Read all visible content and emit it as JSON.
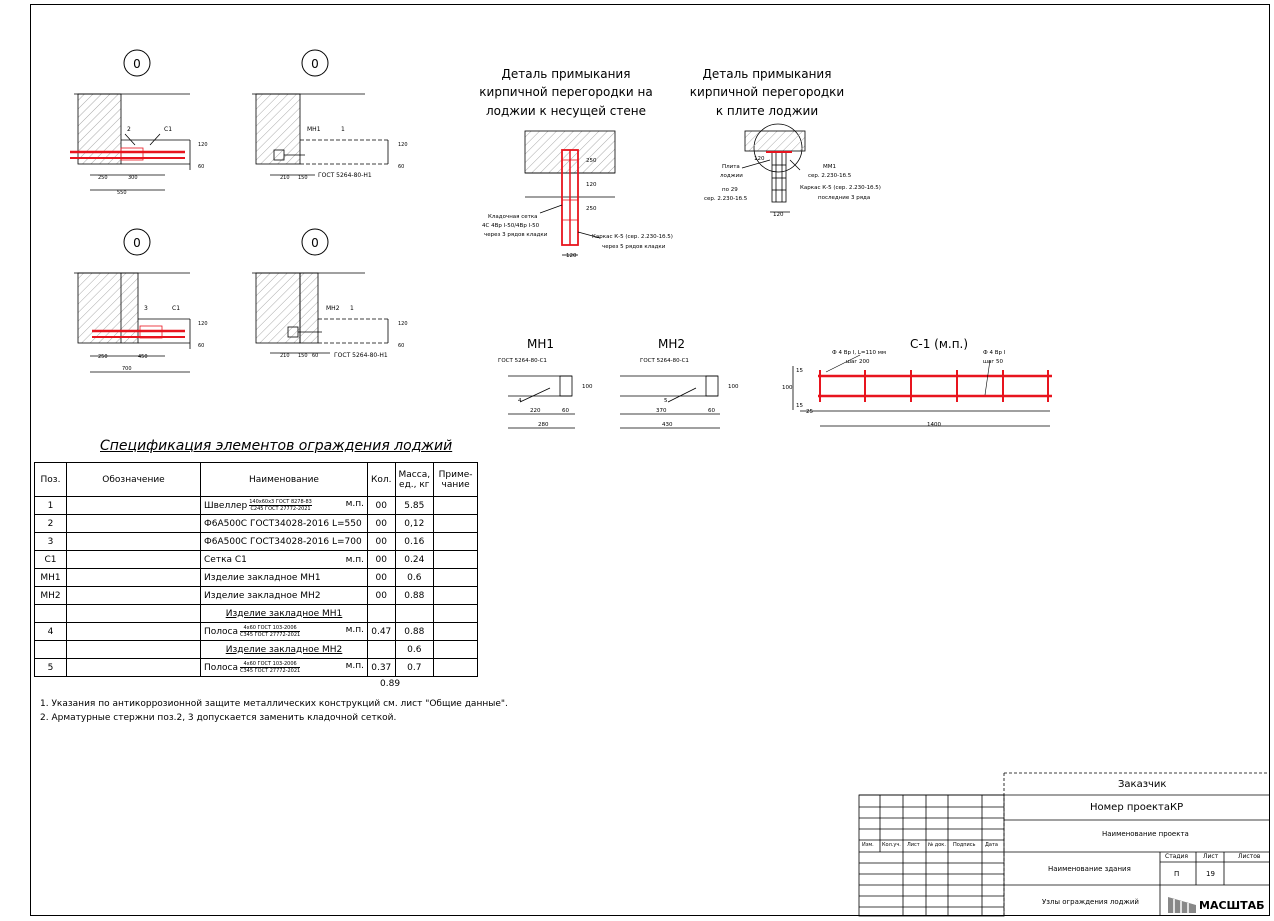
{
  "drawings": {
    "markers": [
      "0",
      "0",
      "0",
      "0"
    ],
    "node1": {
      "labels": [
        "2",
        "С1"
      ],
      "dims": [
        "250",
        "300",
        "550"
      ],
      "side_dims": [
        "120",
        "60"
      ]
    },
    "node2": {
      "labels": [
        "МН1",
        "1"
      ],
      "dims": [
        "210",
        "150"
      ],
      "note": "ГОСТ 5264-80-Н1",
      "side_dims": [
        "120",
        "60"
      ]
    },
    "node3": {
      "labels": [
        "3",
        "С1"
      ],
      "dims": [
        "250",
        "450",
        "700"
      ],
      "side_dims": [
        "120",
        "60"
      ]
    },
    "node4": {
      "labels": [
        "МН2",
        "1"
      ],
      "dims": [
        "210",
        "150",
        "60"
      ],
      "note": "ГОСТ 5264-80-Н1",
      "side_dims": [
        "120",
        "60"
      ]
    },
    "detail1": {
      "title": [
        "Деталь примыкания",
        "кирпичной перегородки на",
        "лоджии к несущей стене"
      ],
      "mesh_note": [
        "Кладочная сетка",
        "4С 4Вр I-50/4Вр I-50",
        "через 3 рядов кладки"
      ],
      "frame_note": [
        "Каркас К-5 (сер. 2.230-1б.5)",
        "через 5 рядов кладки"
      ],
      "dims": [
        "120",
        "250",
        "250",
        "120"
      ]
    },
    "detail2": {
      "title": [
        "Деталь примыкания",
        "кирпичной перегородки",
        "к плите лоджии"
      ],
      "slab_note": [
        "Плита",
        "лоджии"
      ],
      "mm1_note": [
        "ММ1",
        "сер. 2.230-1б.5"
      ],
      "frame_note": [
        "Каркас К-5 (сер. 2.230-1б.5)",
        "последние 3 ряда"
      ],
      "po_note": [
        "по 29",
        "сер. 2.230-1б.5"
      ],
      "dims": [
        "120",
        "120"
      ]
    },
    "mn1": {
      "title": "МН1",
      "note": "ГОСТ 5264-80-С1",
      "mark": "4",
      "dims": [
        "220",
        "60",
        "280",
        "100"
      ]
    },
    "mn2": {
      "title": "МН2",
      "note": "ГОСТ 5264-80-С1",
      "mark": "5",
      "dims": [
        "370",
        "60",
        "430",
        "100"
      ]
    },
    "c1": {
      "title": "С-1 (м.п.)",
      "note1": [
        "Ф 4 Вр I, L=110 мм",
        "шаг 200"
      ],
      "note2": [
        "Ф 4 Вр I",
        "шаг 50"
      ],
      "dims": [
        "15",
        "100",
        "15",
        "25",
        "1400"
      ]
    }
  },
  "spec": {
    "title": "Спецификация элементов ограждения лоджий",
    "headers": {
      "pos": "Поз.",
      "designation": "Обозначение",
      "name": "Наименование",
      "qty": "Кол.",
      "mass": [
        "Масса,",
        "ед., кг"
      ],
      "note": [
        "Приме-",
        "чание"
      ]
    },
    "rows": [
      {
        "pos": "1",
        "name_prefix": "Швеллер",
        "frac_top": "140х60х3 ГОСТ 8278-83",
        "frac_bot": "С245 ГОСТ 27772-2021",
        "name_suffix": "м.п.",
        "qty": "00",
        "mass": "5.85"
      },
      {
        "pos": "2",
        "name": "Ф6А500С ГОСТ34028-2016 L=550",
        "qty": "00",
        "mass": "0,12"
      },
      {
        "pos": "3",
        "name": "Ф6А500С ГОСТ34028-2016  L=700",
        "qty": "00",
        "mass": "0.16"
      },
      {
        "pos": "С1",
        "name": "Сетка С1",
        "name_suffix": "м.п.",
        "qty": "00",
        "mass": "0.24"
      },
      {
        "pos": "МН1",
        "name": "Изделие закладное МН1",
        "qty": "00",
        "mass": "0.6"
      },
      {
        "pos": "МН2",
        "name": "Изделие закладное МН2",
        "qty": "00",
        "mass": "0.88"
      },
      {
        "section": "Изделие закладное МН1"
      },
      {
        "pos": "4",
        "name_prefix": "Полоса",
        "frac_top": "4х60 ГОСТ 103-2006",
        "frac_bot": "С345 ГОСТ 27772-2021",
        "name_suffix": "м.п.",
        "qty": "0.47",
        "mass": "0.88"
      },
      {
        "section": "Изделие закладное МН2",
        "mass": "0.6"
      },
      {
        "pos": "5",
        "name_prefix": "Полоса",
        "frac_top": "4х60 ГОСТ 103-2006",
        "frac_bot": "С345 ГОСТ 27772-2021",
        "name_suffix": "м.п.",
        "qty": "0.37",
        "mass": "0.7"
      }
    ],
    "trailing_mass": "0.89"
  },
  "notes": [
    "1. Указания по антикоррозионной защите металлических конструкций см. лист \"Общие данные\".",
    "2. Арматурные стержни поз.2, 3 допускается заменить кладочной сеткой."
  ],
  "titleblock": {
    "customer": "Заказчик",
    "project_number": "Номер проектаКР",
    "project_name": "Наименование проекта",
    "cols": [
      "Изм.",
      "Кол.уч.",
      "Лист",
      "№ док.",
      "Подпись",
      "Дата"
    ],
    "building_name": "Наименование здания",
    "stage_h": "Стадия",
    "sheet_h": "Лист",
    "sheets_h": "Листов",
    "stage": "П",
    "sheet": "19",
    "sheet_title": "Узлы ограждения лоджий",
    "logo": "МАСШТАБ"
  },
  "colors": {
    "red": "#e8141e",
    "hatch": "#999999"
  }
}
